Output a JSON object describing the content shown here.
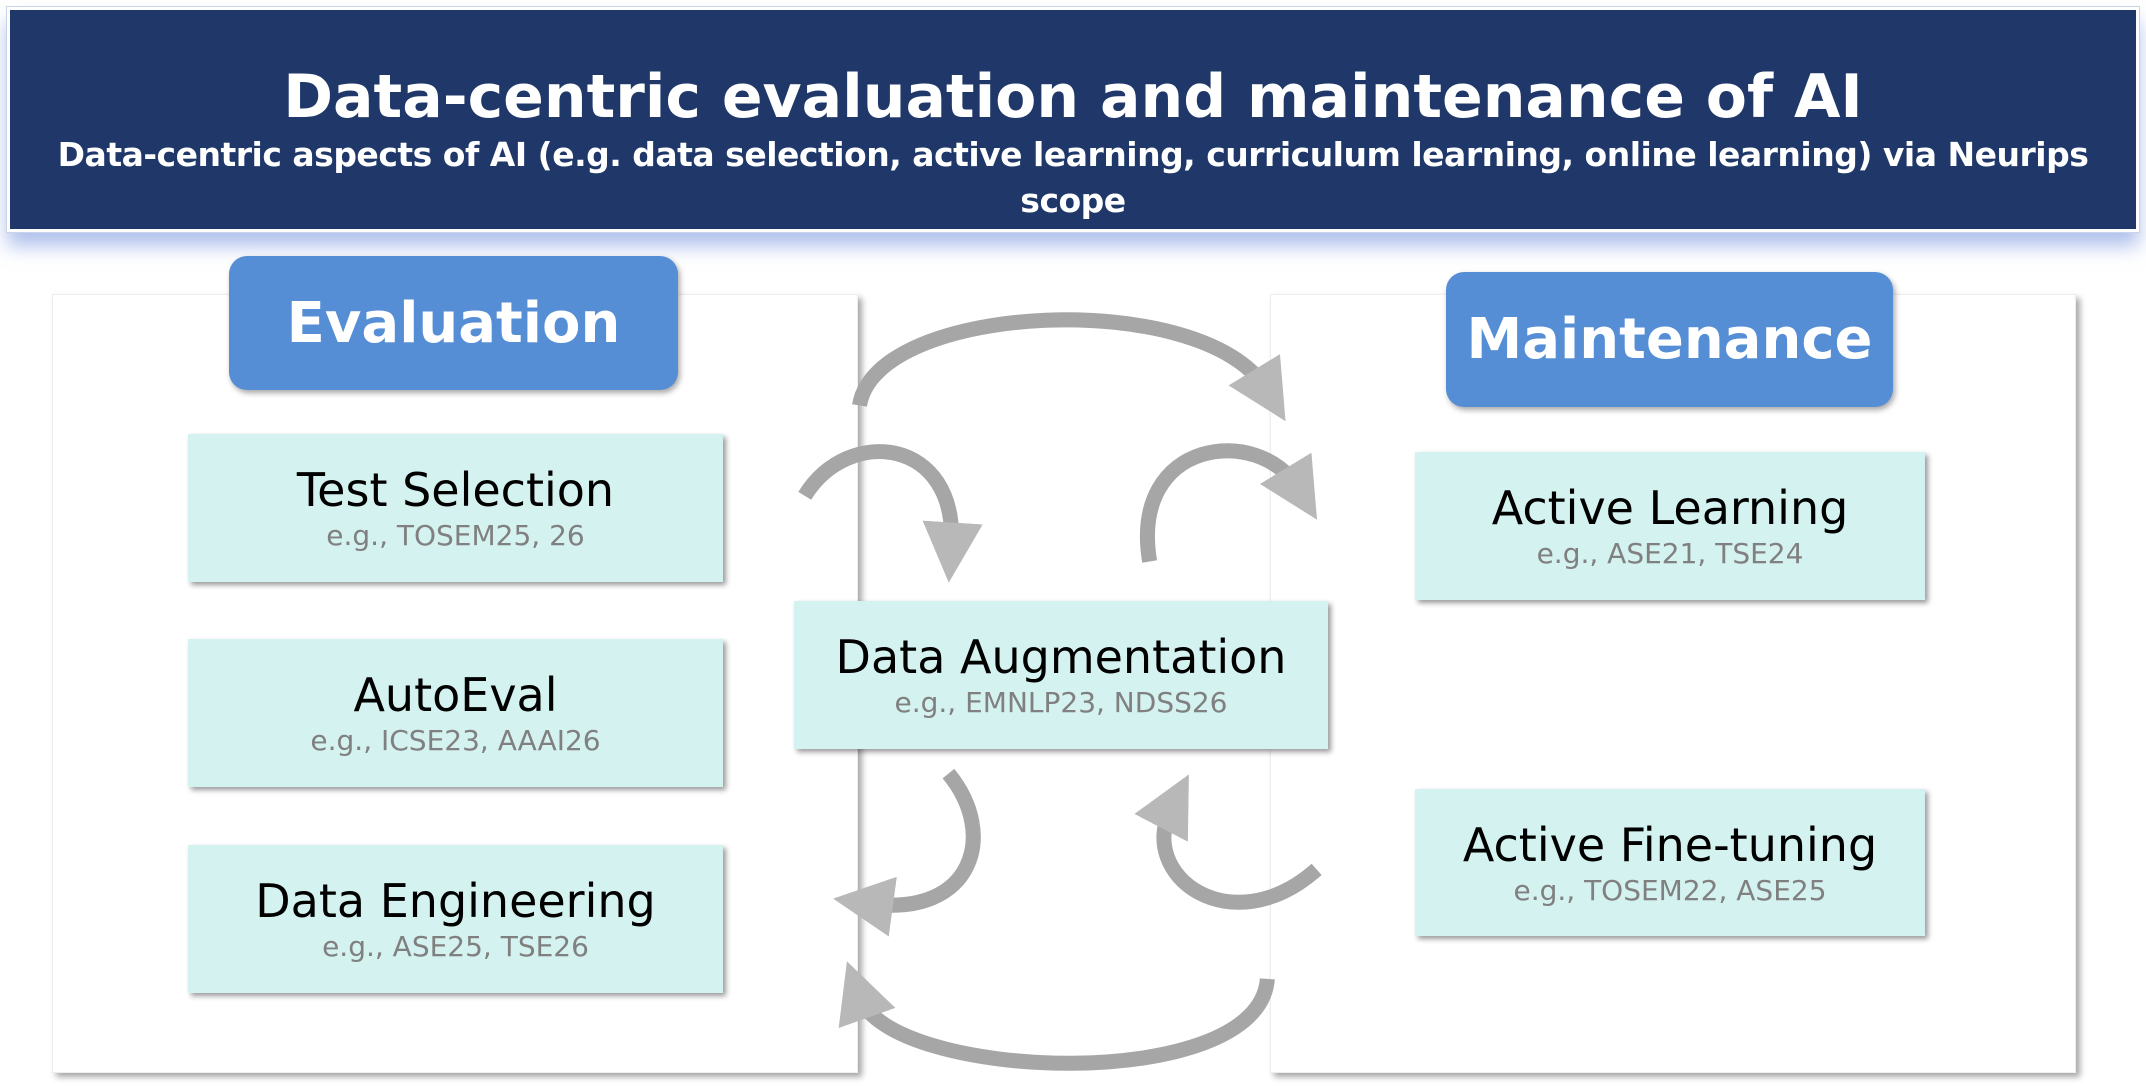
{
  "header": {
    "title": "Data-centric evaluation and maintenance of AI",
    "subtitle": "Data-centric aspects of AI (e.g. data selection, active learning, curriculum learning, online learning) via Neurips scope"
  },
  "evaluation": {
    "label": "Evaluation",
    "items": [
      {
        "title": "Test Selection",
        "examples": "e.g., TOSEM25, 26"
      },
      {
        "title": "AutoEval",
        "examples": "e.g., ICSE23, AAAI26"
      },
      {
        "title": "Data Engineering",
        "examples": "e.g., ASE25, TSE26"
      }
    ]
  },
  "center": {
    "title": "Data Augmentation",
    "examples": "e.g., EMNLP23, NDSS26"
  },
  "maintenance": {
    "label": "Maintenance",
    "items": [
      {
        "title": "Active Learning",
        "examples": "e.g., ASE21, TSE24"
      },
      {
        "title": "Active Fine-tuning",
        "examples": "e.g., TOSEM22, ASE25"
      }
    ]
  },
  "colors": {
    "header": "#1f3869",
    "pill": "#558ed5",
    "box": "#d4f2ef",
    "arrow": "#a6a6a6"
  }
}
